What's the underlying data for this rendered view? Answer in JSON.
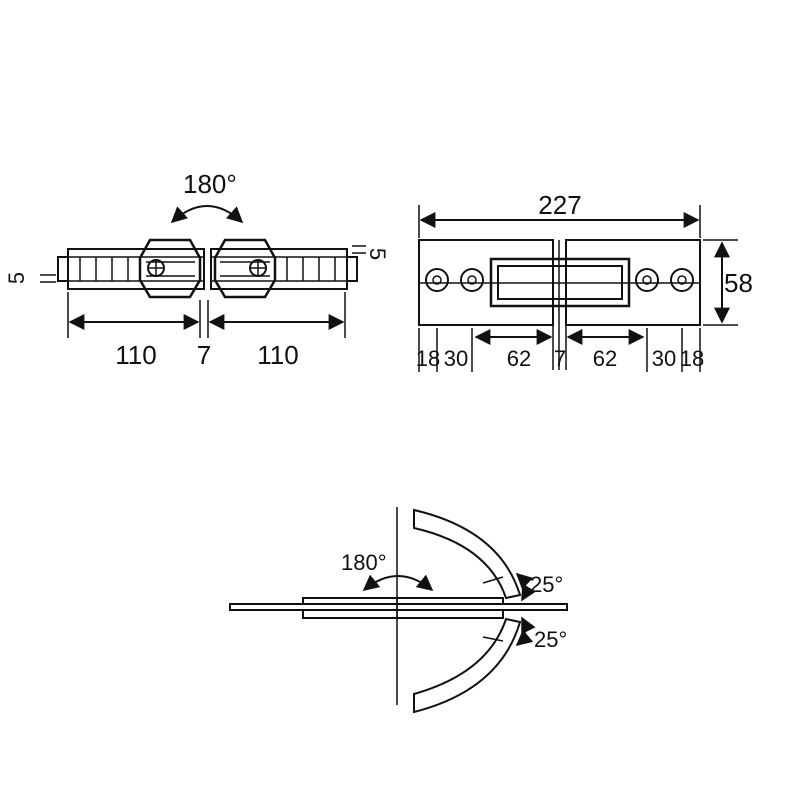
{
  "side_view": {
    "rotation_label": "180°",
    "dim_left_width": "110",
    "dim_gap": "7",
    "dim_right_width": "110",
    "dim_left_thickness": "5",
    "dim_right_thickness": "5"
  },
  "top_view": {
    "dim_total_length": "227",
    "dim_height": "58",
    "dim_edge_left": "18",
    "dim_hole_left": "30",
    "dim_inner_left": "62",
    "dim_gap": "7",
    "dim_inner_right": "62",
    "dim_hole_right": "30",
    "dim_edge_right": "18"
  },
  "swing_view": {
    "rotation_label": "180°",
    "angle_upper": "25°",
    "angle_lower": "25°"
  }
}
